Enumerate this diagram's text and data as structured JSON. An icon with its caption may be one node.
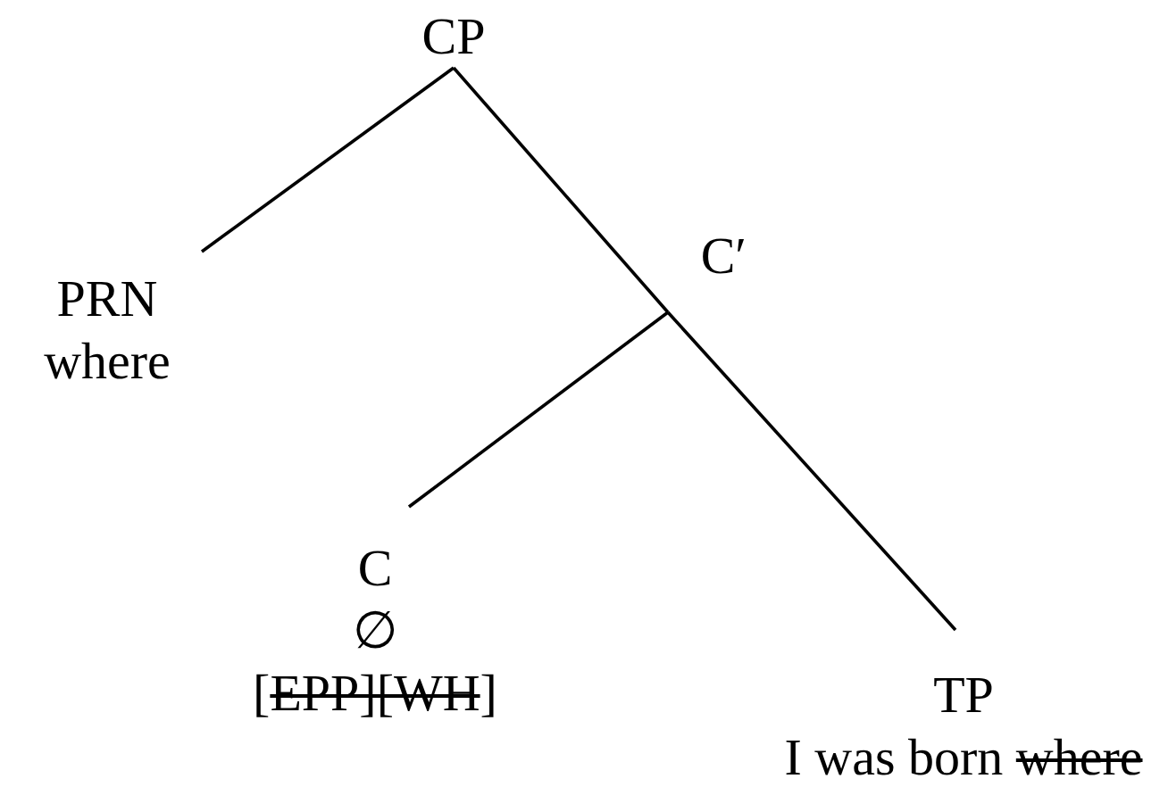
{
  "diagram": {
    "nodes": [
      {
        "text": [
          "CP"
        ]
      },
      {
        "text": [
          "PRN",
          "where"
        ]
      },
      {
        "text": [
          "C′"
        ]
      },
      {
        "text": [
          "C",
          "∅",
          "[EPP][WH]"
        ]
      },
      {
        "text": [
          "TP",
          "I was born where"
        ]
      }
    ],
    "edges": [
      {
        "from": 0,
        "to": 1,
        "arrow": "none"
      },
      {
        "from": 0,
        "to": 2,
        "arrow": "none"
      },
      {
        "from": 2,
        "to": 3,
        "arrow": "none"
      },
      {
        "from": 2,
        "to": 4,
        "arrow": "none"
      }
    ]
  }
}
